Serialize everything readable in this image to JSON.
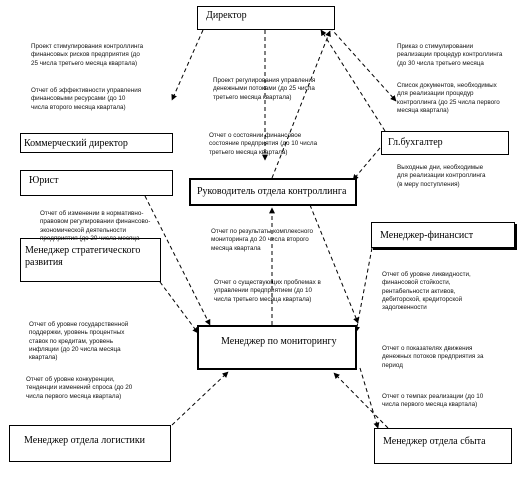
{
  "boxes": {
    "director": "Директор",
    "commercial_director": "Коммерческий директор",
    "lawyer": "Юрист",
    "chief_accountant": "Гл.бухгалтер",
    "controlling_head": "Руководитель отдела контроллинга",
    "finance_manager": "Менеджер-финансист",
    "strategy_manager": "Менеджер стратегического развития",
    "monitoring_manager": "Менеджер по мониторингу",
    "logistics_manager": "Менеджер отдела логистики",
    "sales_manager": "Менеджер отдела сбыта"
  },
  "notes": {
    "n1": "Проект стимулирования контроллинга\nфинансовых рисков предприятия (до\n25 числа третьего месяца квартала)",
    "n2": "Отчет об эффективности управления\nфинансовыми ресурсами (до 10\nчисла второго месяца квартала)",
    "n3": "Проект регулирования управления\nденежными потоками (до 25 числа\nтретьего месяца квартала)",
    "n4": "Приказ о стимулировании\nреализации процедур контроллинга\n(до 30 числа третьего месяца",
    "n5": "Список документов, необходимых\nдля реализации процедур\nконтроллинга (до 25 числа первого\nмесяца квартала)",
    "n6": "Отчет о состоянии финансовое\nсостояние предприятия (до 10 числа\nтретьего месяца квартала)",
    "n7": "Выходные дни, необходимые\nдля реализации контроллинга\n(в меру поступления)",
    "n8": "Отчет об изменении в нормативно-\nправовом регулировании финансово-\nэкономической деятельности\nпредприятия (до 20 числа месяца",
    "n9": "Отчет по результаты комплексного\nмониторинга до 20 числа второго\nмесяца квартала",
    "n10": "Отчет о существующих проблемах в\nуправлении предприятием (до 10\nчисла третьего месяца квартала)",
    "n11": "Отчет об уровне ликвидности,\nфинансовой стойкости,\nрентабельности активов,\nдебиторской, кредиторской\nзадолженности",
    "n12": "Отчет об уровне государственной\nподдержки, уровень процентных\nставок по кредитам, уровень\nинфляции (до 20 числа месяца\nквартала)",
    "n13": "Отчет о показателях движения\nденежных потоков предприятия за\nпериод",
    "n14": "Отчет об уровне конкуренции,\nтенденции изменений спроса (до 20\nчисла первого месяца квартала)",
    "n15": "Отчет о темпах реализации (до 10\nчисла первого месяца квартала)"
  }
}
